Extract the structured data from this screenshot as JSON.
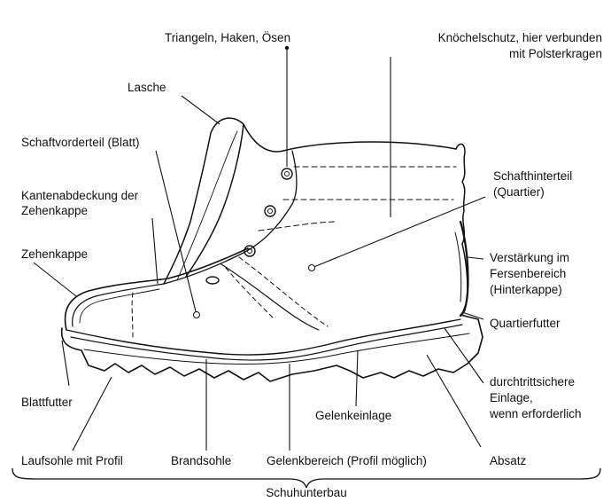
{
  "labels": {
    "triangeln": "Triangeln, Haken, Ösen",
    "knoechel_1": "Knöchelschutz, hier verbunden",
    "knoechel_2": "mit Polsterkragen",
    "lasche": "Lasche",
    "schaftvorderteil": "Schaftvorderteil (Blatt)",
    "kantenabdeckung_1": "Kantenabdeckung der",
    "kantenabdeckung_2": "Zehenkappe",
    "zehenkappe": "Zehenkappe",
    "schafthinterteil_1": "Schafthinterteil",
    "schafthinterteil_2": "(Quartier)",
    "verstaerkung_1": "Verstärkung im",
    "verstaerkung_2": "Fersenbereich",
    "verstaerkung_3": "(Hinterkappe)",
    "quartierfutter": "Quartierfutter",
    "einlage_1": "durchtrittsichere",
    "einlage_2": "Einlage,",
    "einlage_3": "wenn erforderlich",
    "blattfutter": "Blattfutter",
    "gelenkeinlage": "Gelenkeinlage",
    "laufsohle": "Laufsohle mit Profil",
    "brandsohle": "Brandsohle",
    "gelenkbereich": "Gelenkbereich (Profil möglich)",
    "absatz": "Absatz",
    "schuhunterbau": "Schuhunterbau"
  }
}
